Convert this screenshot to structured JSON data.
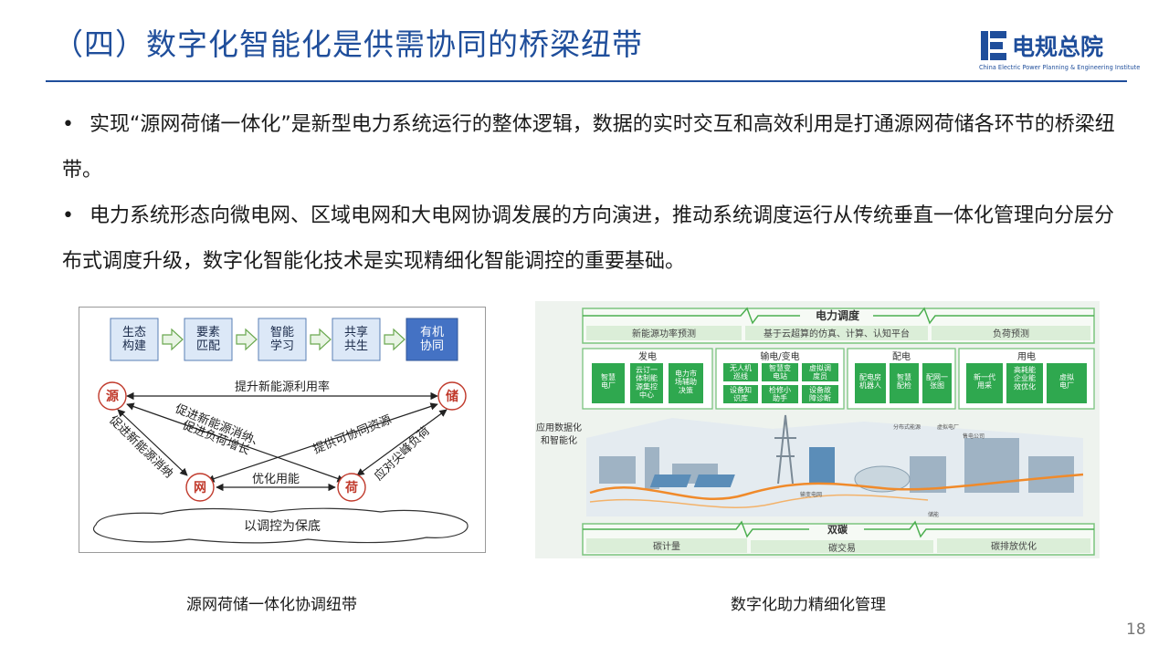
{
  "slide": {
    "title": "（四）数字化智能化是供需协同的桥梁纽带",
    "page_number": "18"
  },
  "logo": {
    "name": "电规总院",
    "subtitle": "China Electric Power Planning & Engineering Institute",
    "brand_color": "#1f4e9b"
  },
  "bullets": [
    {
      "marker": "•",
      "text": "实现“源网荷储一体化”是新型电力系统运行的整体逻辑，数据的实时交互和高效利用是打通源网荷储各环节的桥梁纽带。"
    },
    {
      "marker": "•",
      "text": "电力系统形态向微电网、区域电网和大电网协调发展的方向演进，推动系统调度运行从传统垂直一体化管理向分层分布式调度升级，数字化智能化技术是实现精细化智能调控的重要基础。"
    }
  ],
  "figure1": {
    "caption": "源网荷储一体化协调纽带",
    "steps": [
      "生态\n构建",
      "要素\n匹配",
      "智能\n学习",
      "共享\n共生",
      "有机\n协同"
    ],
    "nodes": {
      "source": "源",
      "storage": "储",
      "grid": "网",
      "load": "荷"
    },
    "edges": {
      "top": "提升新能源利用率",
      "bottom": "优化用能",
      "left": "促进新能源消纳",
      "right": "应对尖峰负荷",
      "diag1a": "促进新能源消纳、",
      "diag1b": "促进负荷增长",
      "diag2": "提供可协同资源"
    },
    "base": "以调控为保底"
  },
  "figure2": {
    "caption": "数字化助力精细化管理",
    "dispatch": {
      "title": "电力调度",
      "items": [
        "新能源功率预测",
        "基于云超算的仿真、计算、认知平台",
        "负荷预测"
      ]
    },
    "side_label": [
      "应用数据化",
      "和智能化"
    ],
    "groups": [
      {
        "name": "发电",
        "items": [
          "智慧\n电厂",
          "云订一\n体制能\n源集控\n中心",
          "电力市\n场辅助\n决策"
        ]
      },
      {
        "name": "输电/变电",
        "items": [
          "无人机\n巡线",
          "智慧变\n电站",
          "虚拟调\n度员",
          "设备知\n识库",
          "检修小\n助手",
          "设备故\n障诊断"
        ]
      },
      {
        "name": "配电",
        "items": [
          "配电房\n机器人",
          "智慧\n配检",
          "配网一\n张图"
        ]
      },
      {
        "name": "用电",
        "items": [
          "新一代\n用采",
          "高耗能\n企业能\n效优化",
          "虚拟\n电厂"
        ]
      }
    ],
    "scene_labels": [
      "分布式能源",
      "虚拟电厂",
      "售电公司",
      "输变电网",
      "储能"
    ],
    "carbon": {
      "title": "双碳",
      "items": [
        "碳计量",
        "碳交易",
        "碳排放优化"
      ]
    },
    "colors": {
      "green": "#2fa84f",
      "light_green": "#d9ecd7",
      "line_green": "#4caf50"
    }
  }
}
